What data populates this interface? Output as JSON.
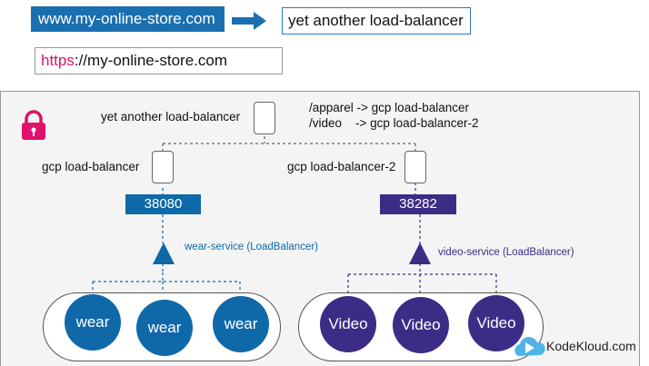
{
  "top": {
    "domain_url": "www.my-online-store.com",
    "target_label": "yet another load-balancer",
    "https_scheme": "https",
    "https_rest": "://my-online-store.com"
  },
  "diagram": {
    "top_lb_label": "yet another load-balancer",
    "routes": [
      "/apparel -> gcp load-balancer",
      "/video    -> gcp load-balancer-2"
    ],
    "gcp_lb_1_label": "gcp load-balancer",
    "gcp_lb_2_label": "gcp load-balancer-2",
    "wear_port": "38080",
    "video_port": "38282",
    "wear_service_label": "wear-service (LoadBalancer)",
    "video_service_label": "video-service (LoadBalancer)",
    "wear_pods": [
      "wear",
      "wear",
      "wear"
    ],
    "video_pods": [
      "Video",
      "Video",
      "Video"
    ]
  },
  "colors": {
    "wear": "#0f69a8",
    "video": "#3d2c86",
    "lock": "#e0116a",
    "url_box": "#1a6fb0"
  },
  "brand": "KodeKloud.com"
}
